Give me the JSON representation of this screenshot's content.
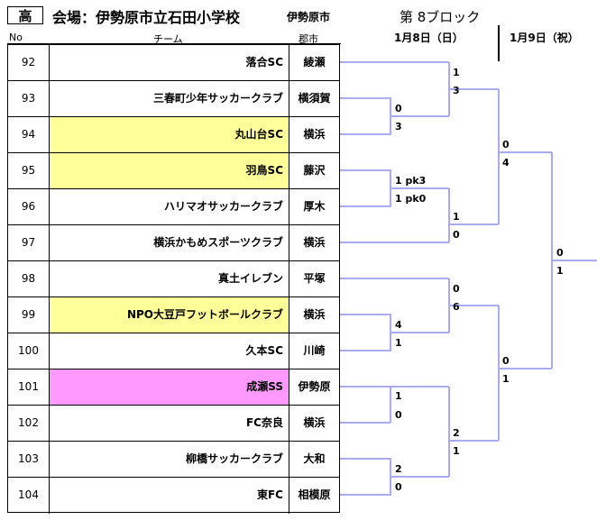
{
  "header": {
    "grade": "高",
    "venue": "会場：伊勢原市立石田小学校",
    "city": "伊勢原市",
    "block": "第 8ブロック",
    "day1": "1月8日（日）",
    "day2": "1月9日（祝）"
  },
  "columns": {
    "no": "No",
    "team": "チーム",
    "city": "郡市"
  },
  "teams": [
    {
      "no": "92",
      "team": "落合SC",
      "city": "綾瀬"
    },
    {
      "no": "93",
      "team": "三春町少年サッカークラブ",
      "city": "横須賀"
    },
    {
      "no": "94",
      "team": "丸山台SC",
      "city": "横浜"
    },
    {
      "no": "95",
      "team": "羽鳥SC",
      "city": "藤沢"
    },
    {
      "no": "96",
      "team": "ハリマオサッカークラブ",
      "city": "厚木"
    },
    {
      "no": "97",
      "team": "横浜かもめスポーツクラブ",
      "city": "横浜"
    },
    {
      "no": "98",
      "team": "真土イレブン",
      "city": "平塚"
    },
    {
      "no": "99",
      "team": "NPO大豆戸フットボールクラブ",
      "city": "横浜"
    },
    {
      "no": "100",
      "team": "久本SC",
      "city": "川崎"
    },
    {
      "no": "101",
      "team": "成瀬SS",
      "city": "伊勢原"
    },
    {
      "no": "102",
      "team": "FC奈良",
      "city": "横浜"
    },
    {
      "no": "103",
      "team": "柳橋サッカークラブ",
      "city": "大和"
    },
    {
      "no": "104",
      "team": "東FC",
      "city": "相模原"
    }
  ],
  "highlight_colors": {
    "yellow": "#ffff99",
    "pink": "#ff99ff",
    "bracket_line": "#aaaaee"
  },
  "scores": {
    "r1a_top": "0",
    "r1a_bot": "3",
    "r1b_top": "1 pk3",
    "r1b_bot": "1 pk0",
    "r1c_top": "4",
    "r1c_bot": "1",
    "r1d_top": "2",
    "r1d_bot": "0",
    "r2a_top": "1",
    "r2a_bot": "3",
    "r2b_top": "1",
    "r2b_bot": "0",
    "r2c_top": "0",
    "r2c_bot": "6",
    "r2d_top": "1",
    "r2d_bot": "0",
    "r2e_top": "2",
    "r2e_bot": "1",
    "r3a_top": "0",
    "r3a_bot": "4",
    "r3b_top": "0",
    "r3b_bot": "1",
    "final_top": "0",
    "final_bot": "1"
  }
}
